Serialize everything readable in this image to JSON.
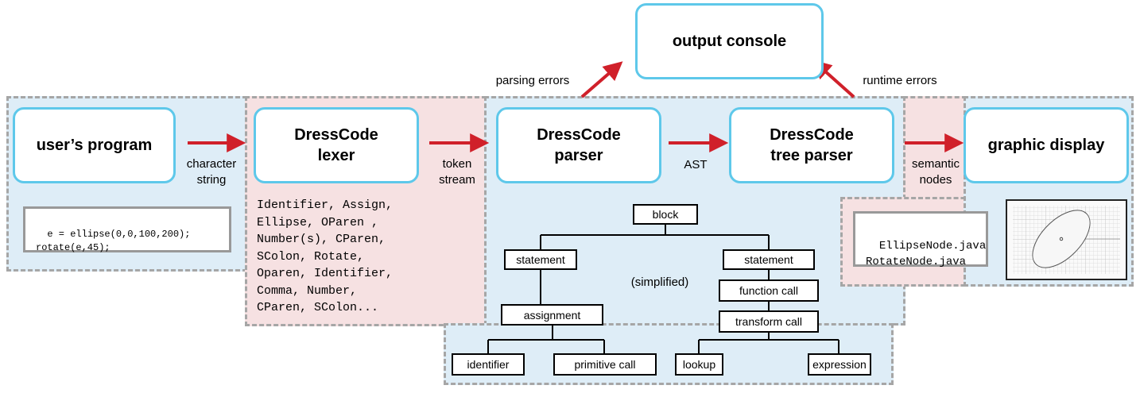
{
  "boxes": {
    "users_program": "user’s program",
    "lexer_line1": "DressCode",
    "lexer_line2": "lexer",
    "parser_line1": "DressCode",
    "parser_line2": "parser",
    "tree_parser_line1": "DressCode",
    "tree_parser_line2": "tree parser",
    "graphic_display": "graphic display",
    "output_console": "output console"
  },
  "arrow_labels": {
    "character_line1": "character",
    "character_line2": "string",
    "token_line1": "token",
    "token_line2": "stream",
    "ast": "AST",
    "semantic_line1": "semantic",
    "semantic_line2": "nodes",
    "parsing_errors": "parsing errors",
    "runtime_errors": "runtime errors"
  },
  "program_code": "e = ellipse(0,0,100,200);\nrotate(e,45);",
  "token_list": "Identifier, Assign,\nEllipse, OParen ,\nNumber(s), CParen,\nSColon, Rotate,\nOparen, Identifier,\nComma, Number,\nCParen, SColon...",
  "node_files": "EllipseNode.java\nRotateNode.java",
  "tree": {
    "block": "block",
    "statement_left": "statement",
    "statement_right": "statement",
    "assignment": "assignment",
    "function_call": "function call",
    "transform_call": "transform call",
    "identifier": "identifier",
    "primitive_call": "primitive call",
    "lookup": "lookup",
    "expression": "expression",
    "note": "(simplified)"
  },
  "colors": {
    "box_border": "#5ec8ea",
    "arrow": "#d0202a",
    "zone_blue": "#deedf7",
    "zone_pink": "#f6e1e2",
    "dash": "#a6a6a6"
  }
}
